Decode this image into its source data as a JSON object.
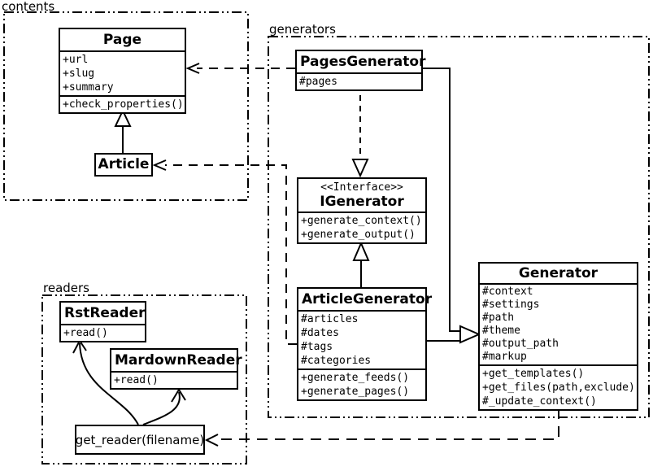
{
  "diagram": {
    "kind": "uml-class-diagram",
    "colors": {
      "line": "#000000",
      "background": "#ffffff"
    }
  },
  "packages": {
    "contents": {
      "label": "contents"
    },
    "generators": {
      "label": "generators"
    },
    "readers": {
      "label": "readers"
    }
  },
  "classes": {
    "page": {
      "title": "Page",
      "attributes": [
        "+url",
        "+slug",
        "+summary"
      ],
      "methods": [
        "+check_properties()"
      ]
    },
    "article": {
      "title": "Article"
    },
    "pages_generator": {
      "title": "PagesGenerator",
      "attributes": [
        "#pages"
      ]
    },
    "igenerator": {
      "stereotype": "<<Interface>>",
      "title": "IGenerator",
      "methods": [
        "+generate_context()",
        "+generate_output()"
      ]
    },
    "article_generator": {
      "title": "ArticleGenerator",
      "attributes": [
        "#articles",
        "#dates",
        "#tags",
        "#categories"
      ],
      "methods": [
        "+generate_feeds()",
        "+generate_pages()"
      ]
    },
    "generator": {
      "title": "Generator",
      "attributes": [
        "#context",
        "#settings",
        "#path",
        "#theme",
        "#output_path",
        "#markup"
      ],
      "methods": [
        "+get_templates()",
        "+get_files(path,exclude)",
        "#_update_context()"
      ]
    },
    "rst_reader": {
      "title": "RstReader",
      "methods": [
        "+read()"
      ]
    },
    "mardown_reader": {
      "title": "MardownReader",
      "methods": [
        "+read()"
      ]
    },
    "get_reader": {
      "label": "get_reader(filename)"
    }
  },
  "relationships": [
    {
      "from": "Article",
      "to": "Page",
      "type": "generalization"
    },
    {
      "from": "PagesGenerator",
      "to": "Page",
      "type": "dependency"
    },
    {
      "from": "ArticleGenerator",
      "to": "Article",
      "type": "dependency"
    },
    {
      "from": "PagesGenerator",
      "to": "IGenerator",
      "type": "realization"
    },
    {
      "from": "ArticleGenerator",
      "to": "IGenerator",
      "type": "generalization"
    },
    {
      "from": "PagesGenerator",
      "to": "Generator",
      "type": "generalization"
    },
    {
      "from": "ArticleGenerator",
      "to": "Generator",
      "type": "generalization"
    },
    {
      "from": "Generator",
      "to": "get_reader",
      "type": "dependency"
    },
    {
      "from": "get_reader",
      "to": "RstReader",
      "type": "call-arrow"
    },
    {
      "from": "get_reader",
      "to": "MardownReader",
      "type": "call-arrow"
    }
  ]
}
